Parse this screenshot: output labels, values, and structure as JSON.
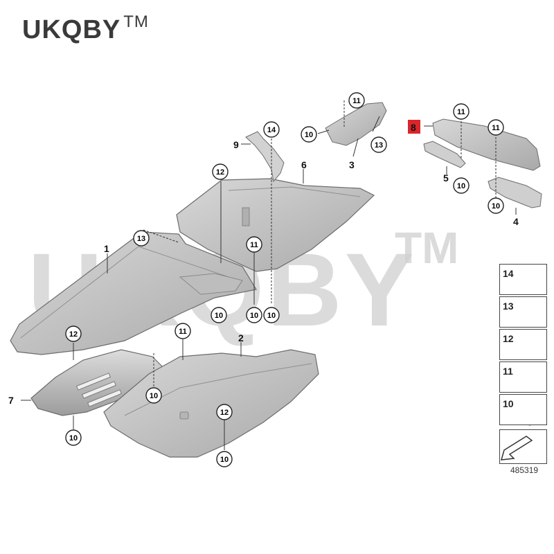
{
  "brand": {
    "name": "UKQBY",
    "tm": "TM"
  },
  "callouts": {
    "c10": "10",
    "c11": "11",
    "c12": "12",
    "c13": "13",
    "c14": "14"
  },
  "parts": {
    "p1": "1",
    "p2": "2",
    "p3": "3",
    "p4": "4",
    "p5": "5",
    "p6": "6",
    "p7": "7",
    "p8": "8",
    "p9": "9"
  },
  "legend": [
    "14",
    "13",
    "12",
    "11",
    "10"
  ],
  "reference_number": "485319",
  "colors": {
    "part_fill": "#c9c9c9",
    "part_stroke": "#6b6b6b",
    "callout_stroke": "#222222",
    "highlight": "#d9262b",
    "watermark": "#cfcfcf"
  }
}
